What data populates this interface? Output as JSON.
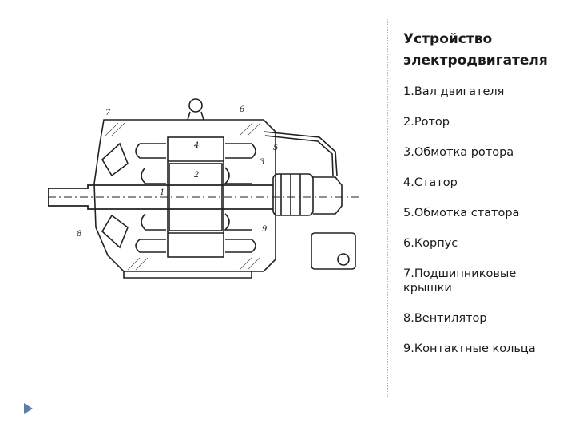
{
  "panel": {
    "title": "Устройство электродвигателя",
    "items": [
      "1.Вал двигателя",
      "2.Ротор",
      "3.Обмотка ротора",
      "4.Статор",
      "5.Обмотка статора",
      "6.Корпус",
      "7.Подшипниковые крышки",
      "8.Вентилятор",
      "9.Контактные кольца"
    ]
  },
  "diagram": {
    "labels": [
      "1",
      "2",
      "3",
      "4",
      "5",
      "6",
      "7",
      "8",
      "9"
    ]
  },
  "colors": {
    "accent": "#5b7fa6",
    "ink": "#1a1a1a"
  }
}
